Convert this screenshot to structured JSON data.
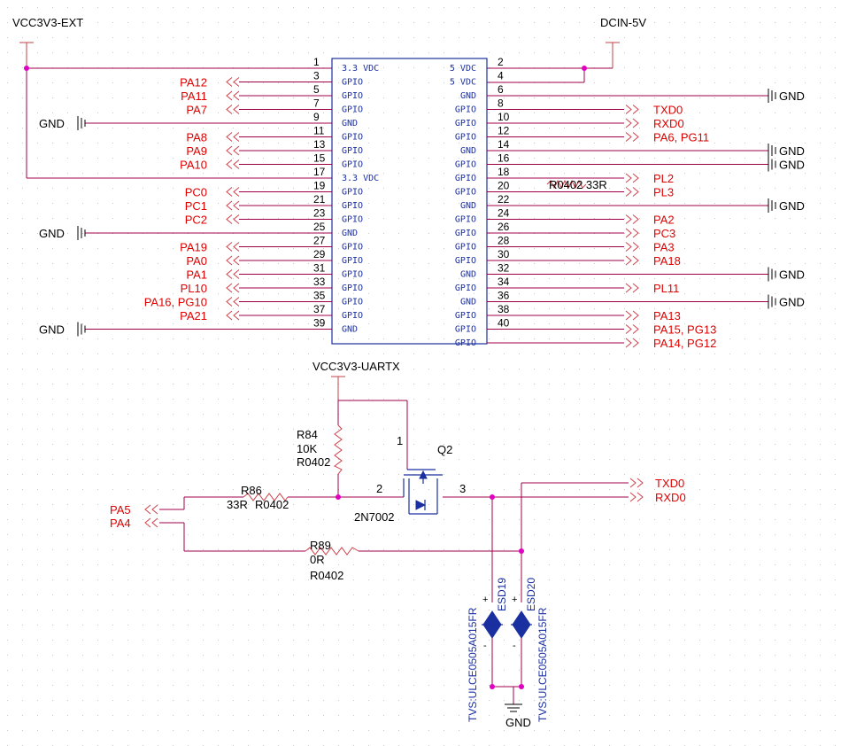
{
  "power": {
    "vcc_ext": "VCC3V3-EXT",
    "dcin": "DCIN-5V",
    "vcc_uartx": "VCC3V3-UARTX",
    "gnd": "GND"
  },
  "connector": {
    "left_pins": [
      {
        "num": "1",
        "name": "3.3 VDC",
        "net": ""
      },
      {
        "num": "3",
        "name": "GPIO",
        "net": "PA12"
      },
      {
        "num": "5",
        "name": "GPIO",
        "net": "PA11"
      },
      {
        "num": "7",
        "name": "GPIO",
        "net": "PA7"
      },
      {
        "num": "9",
        "name": "GND",
        "net": "GND"
      },
      {
        "num": "11",
        "name": "GPIO",
        "net": "PA8"
      },
      {
        "num": "13",
        "name": "GPIO",
        "net": "PA9"
      },
      {
        "num": "15",
        "name": "GPIO",
        "net": "PA10"
      },
      {
        "num": "17",
        "name": "3.3 VDC",
        "net": ""
      },
      {
        "num": "19",
        "name": "GPIO",
        "net": "PC0"
      },
      {
        "num": "21",
        "name": "GPIO",
        "net": "PC1"
      },
      {
        "num": "23",
        "name": "GPIO",
        "net": "PC2"
      },
      {
        "num": "25",
        "name": "GND",
        "net": "GND"
      },
      {
        "num": "27",
        "name": "GPIO",
        "net": "PA19"
      },
      {
        "num": "29",
        "name": "GPIO",
        "net": "PA0"
      },
      {
        "num": "31",
        "name": "GPIO",
        "net": "PA1"
      },
      {
        "num": "33",
        "name": "GPIO",
        "net": "PL10"
      },
      {
        "num": "35",
        "name": "GPIO",
        "net": "PA16, PG10"
      },
      {
        "num": "37",
        "name": "GPIO",
        "net": "PA21"
      },
      {
        "num": "39",
        "name": "GND",
        "net": "GND"
      }
    ],
    "right_pins": [
      {
        "num": "2",
        "name": "5 VDC",
        "net": ""
      },
      {
        "num": "4",
        "name": "5 VDC",
        "net": ""
      },
      {
        "num": "6",
        "name": "GND",
        "net": "GND"
      },
      {
        "num": "8",
        "name": "GPIO",
        "net": "TXD0"
      },
      {
        "num": "10",
        "name": "GPIO",
        "net": "RXD0"
      },
      {
        "num": "12",
        "name": "GPIO",
        "net": "PA6, PG11"
      },
      {
        "num": "14",
        "name": "GND",
        "net": "GND"
      },
      {
        "num": "16",
        "name": "GPIO",
        "net": "GND"
      },
      {
        "num": "18",
        "name": "GPIO",
        "net": "PL2"
      },
      {
        "num": "20",
        "name": "GPIO",
        "net": "PL3"
      },
      {
        "num": "22",
        "name": "GND",
        "net": "GND"
      },
      {
        "num": "24",
        "name": "GPIO",
        "net": "PA2"
      },
      {
        "num": "26",
        "name": "GPIO",
        "net": "PC3"
      },
      {
        "num": "28",
        "name": "GPIO",
        "net": "PA3"
      },
      {
        "num": "30",
        "name": "GPIO",
        "net": "PA18"
      },
      {
        "num": "32",
        "name": "GND",
        "net": "GND"
      },
      {
        "num": "34",
        "name": "GPIO",
        "net": "PL11"
      },
      {
        "num": "36",
        "name": "GND",
        "net": "GND"
      },
      {
        "num": "38",
        "name": "GPIO",
        "net": "PA13"
      },
      {
        "num": "40",
        "name": "GPIO",
        "net": "PA15, PG13"
      },
      {
        "num": "",
        "name": "GPIO",
        "net": "PA14, PG12"
      }
    ],
    "r0402_label": "R0402 33R"
  },
  "uart_circuit": {
    "r84": {
      "ref": "R84",
      "value": "10K",
      "pkg": "R0402"
    },
    "r86": {
      "ref": "R86",
      "value": "33R",
      "pkg": "R0402"
    },
    "r89": {
      "ref": "R89",
      "value": "0R",
      "pkg": "R0402"
    },
    "q2": {
      "ref": "Q2",
      "part": "2N7002",
      "pin1": "1",
      "pin2": "2",
      "pin3": "3"
    },
    "inputs": [
      "PA5",
      "PA4"
    ],
    "outputs": [
      "TXD0",
      "RXD0"
    ],
    "esd19": {
      "ref": "ESD19",
      "part": "TVS:ULCE0505A015FR"
    },
    "esd20": {
      "ref": "ESD20",
      "part": "TVS:ULCE0505A015FR"
    },
    "plus": "+",
    "minus": "-"
  }
}
